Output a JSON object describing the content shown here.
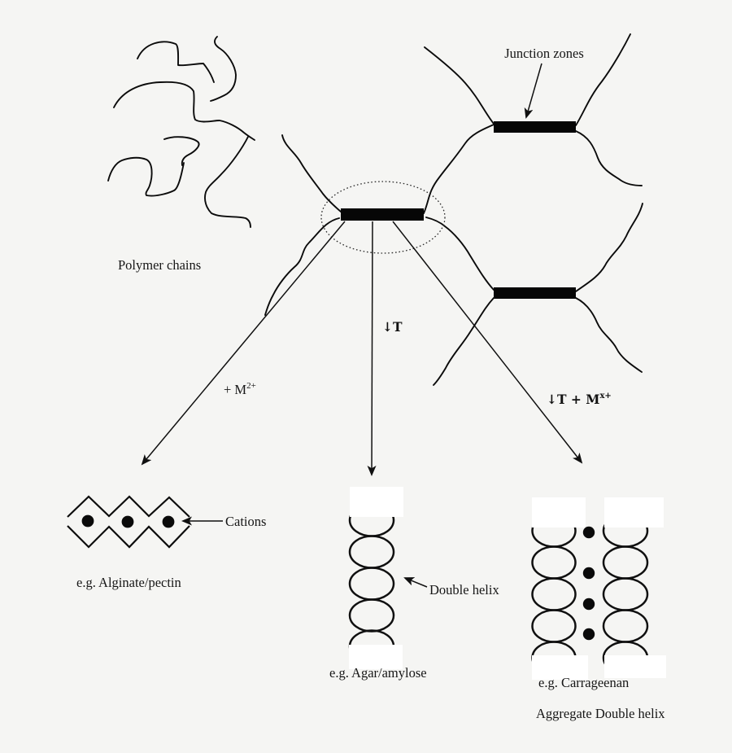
{
  "colors": {
    "background": "#f5f5f3",
    "ink": "#0b0b0b",
    "mask_white": "#ffffff"
  },
  "labels": {
    "polymer_chains": "Polymer chains",
    "junction_zones": "Junction zones",
    "cations": "Cations",
    "alginate_example": "e.g. Alginate/pectin",
    "double_helix": "Double helix",
    "agar_example": "e.g.  Agar/amylose",
    "carrageenan_example": "e.g. Carrageenan",
    "aggregate_double_helix": "Aggregate Double helix"
  },
  "routes": {
    "cation_route": {
      "base": "+ M",
      "sup": "2+"
    },
    "cooling_route": {
      "base": "↓T",
      "sup": ""
    },
    "cooling_cation_route": {
      "base": "↓T + M",
      "sup": "x+"
    }
  },
  "figures": {
    "junction_zone_bars": 3,
    "eggbox_cation_dots": 3,
    "aggregate_cation_dots": 4,
    "single_helix_turns": 5,
    "aggregate_helix_columns": 2
  }
}
